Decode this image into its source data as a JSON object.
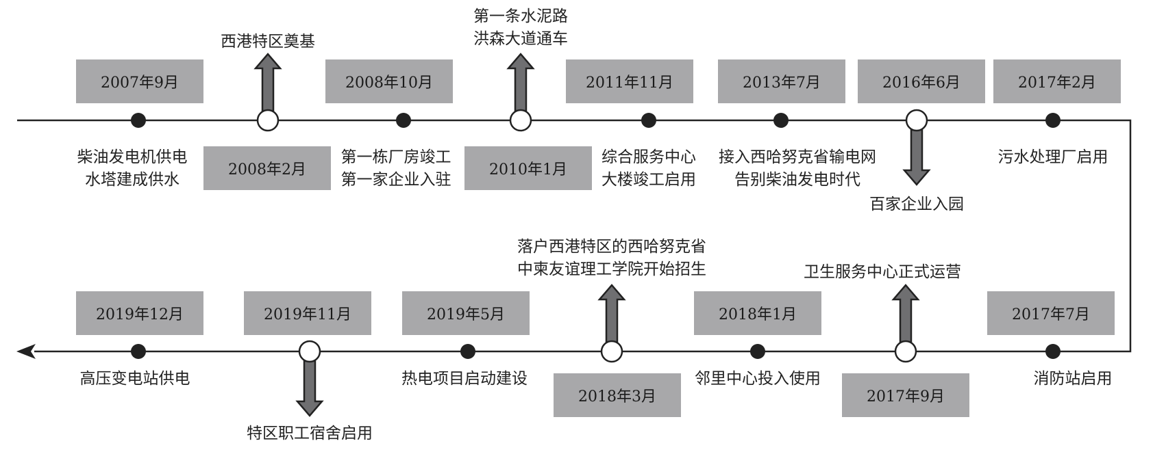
{
  "timeline": {
    "row1": [
      {
        "date": "2007年9月",
        "event": [
          "柴油发电机供电",
          "水塔建成供水"
        ],
        "marker": "dot"
      },
      {
        "date": "2008年2月",
        "event": [
          "西港特区奠基"
        ],
        "marker": "milestone-up"
      },
      {
        "date": "2008年10月",
        "event": [
          "第一栋厂房竣工",
          "第一家企业入驻"
        ],
        "marker": "dot"
      },
      {
        "date": "2010年1月",
        "event": [
          "第一条水泥路",
          "洪森大道通车"
        ],
        "marker": "milestone-up"
      },
      {
        "date": "2011年11月",
        "event": [
          "综合服务中心",
          "大楼竣工启用"
        ],
        "marker": "dot"
      },
      {
        "date": "2013年7月",
        "event": [
          "接入西哈努克省输电网",
          "告别柴油发电时代"
        ],
        "marker": "dot"
      },
      {
        "date": "2016年6月",
        "event": [
          "百家企业入园"
        ],
        "marker": "milestone-down"
      },
      {
        "date": "2017年2月",
        "event": [
          "污水处理厂启用"
        ],
        "marker": "dot"
      }
    ],
    "row2": [
      {
        "date": "2019年12月",
        "event": [
          "高压变电站供电"
        ],
        "marker": "dot"
      },
      {
        "date": "2019年11月",
        "event": [
          "特区职工宿舍启用"
        ],
        "marker": "milestone-down"
      },
      {
        "date": "2019年5月",
        "event": [
          "热电项目启动建设"
        ],
        "marker": "dot"
      },
      {
        "date": "2018年3月",
        "event": [
          "落户西港特区的西哈努克省",
          "中柬友谊理工学院开始招生"
        ],
        "marker": "milestone-up"
      },
      {
        "date": "2018年1月",
        "event": [
          "邻里中心投入使用"
        ],
        "marker": "dot"
      },
      {
        "date": "2017年9月",
        "event": [
          "卫生服务中心正式运营"
        ],
        "marker": "milestone-up"
      },
      {
        "date": "2017年7月",
        "event": [
          "消防站启用"
        ],
        "marker": "dot"
      }
    ]
  },
  "colors": {
    "line": "#222222",
    "box": "#a8a8aa",
    "arrow": "#6f6f71"
  }
}
